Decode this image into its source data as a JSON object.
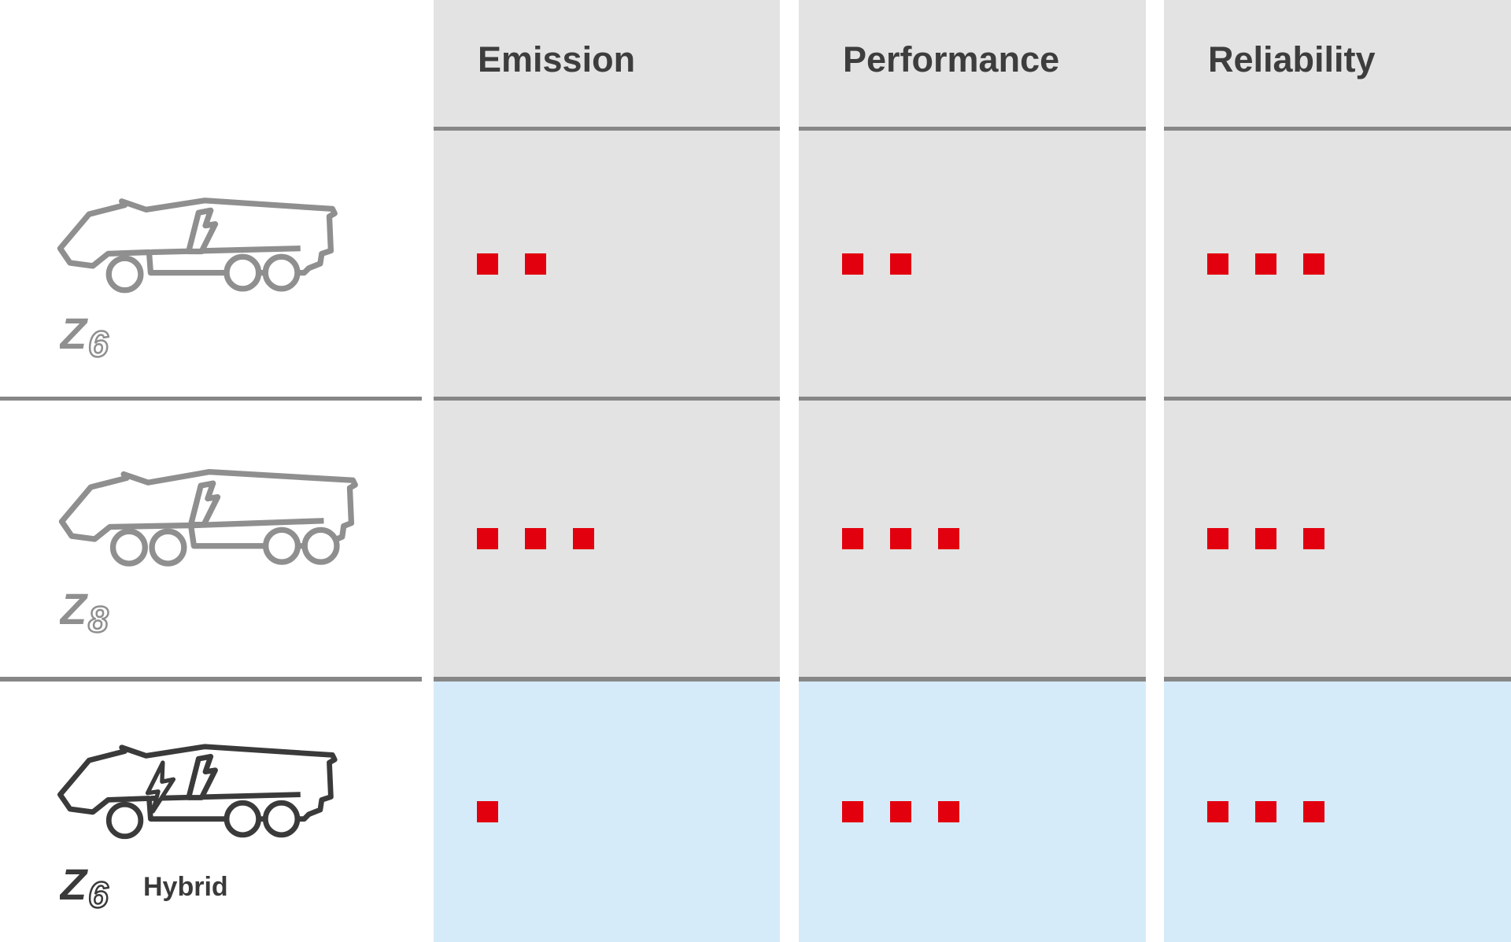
{
  "table": {
    "columns": [
      {
        "label": "Emission"
      },
      {
        "label": "Performance"
      },
      {
        "label": "Reliability"
      }
    ],
    "rows": [
      {
        "model": "Z6",
        "variant": "",
        "highlighted": false,
        "ratings": [
          2,
          2,
          3
        ]
      },
      {
        "model": "Z8",
        "variant": "",
        "highlighted": false,
        "ratings": [
          3,
          3,
          3
        ]
      },
      {
        "model": "Z6",
        "variant": "Hybrid",
        "highlighted": true,
        "ratings": [
          1,
          3,
          3
        ]
      }
    ]
  },
  "colors": {
    "cell_gray": "#e3e3e3",
    "line_gray": "#878787",
    "rating_red": "#e2000f",
    "row_blue": "#d6ebf9",
    "header_text": "#3d3d3d",
    "truck_gray": "#8f8f8f",
    "truck_dark": "#3a3a3a"
  }
}
